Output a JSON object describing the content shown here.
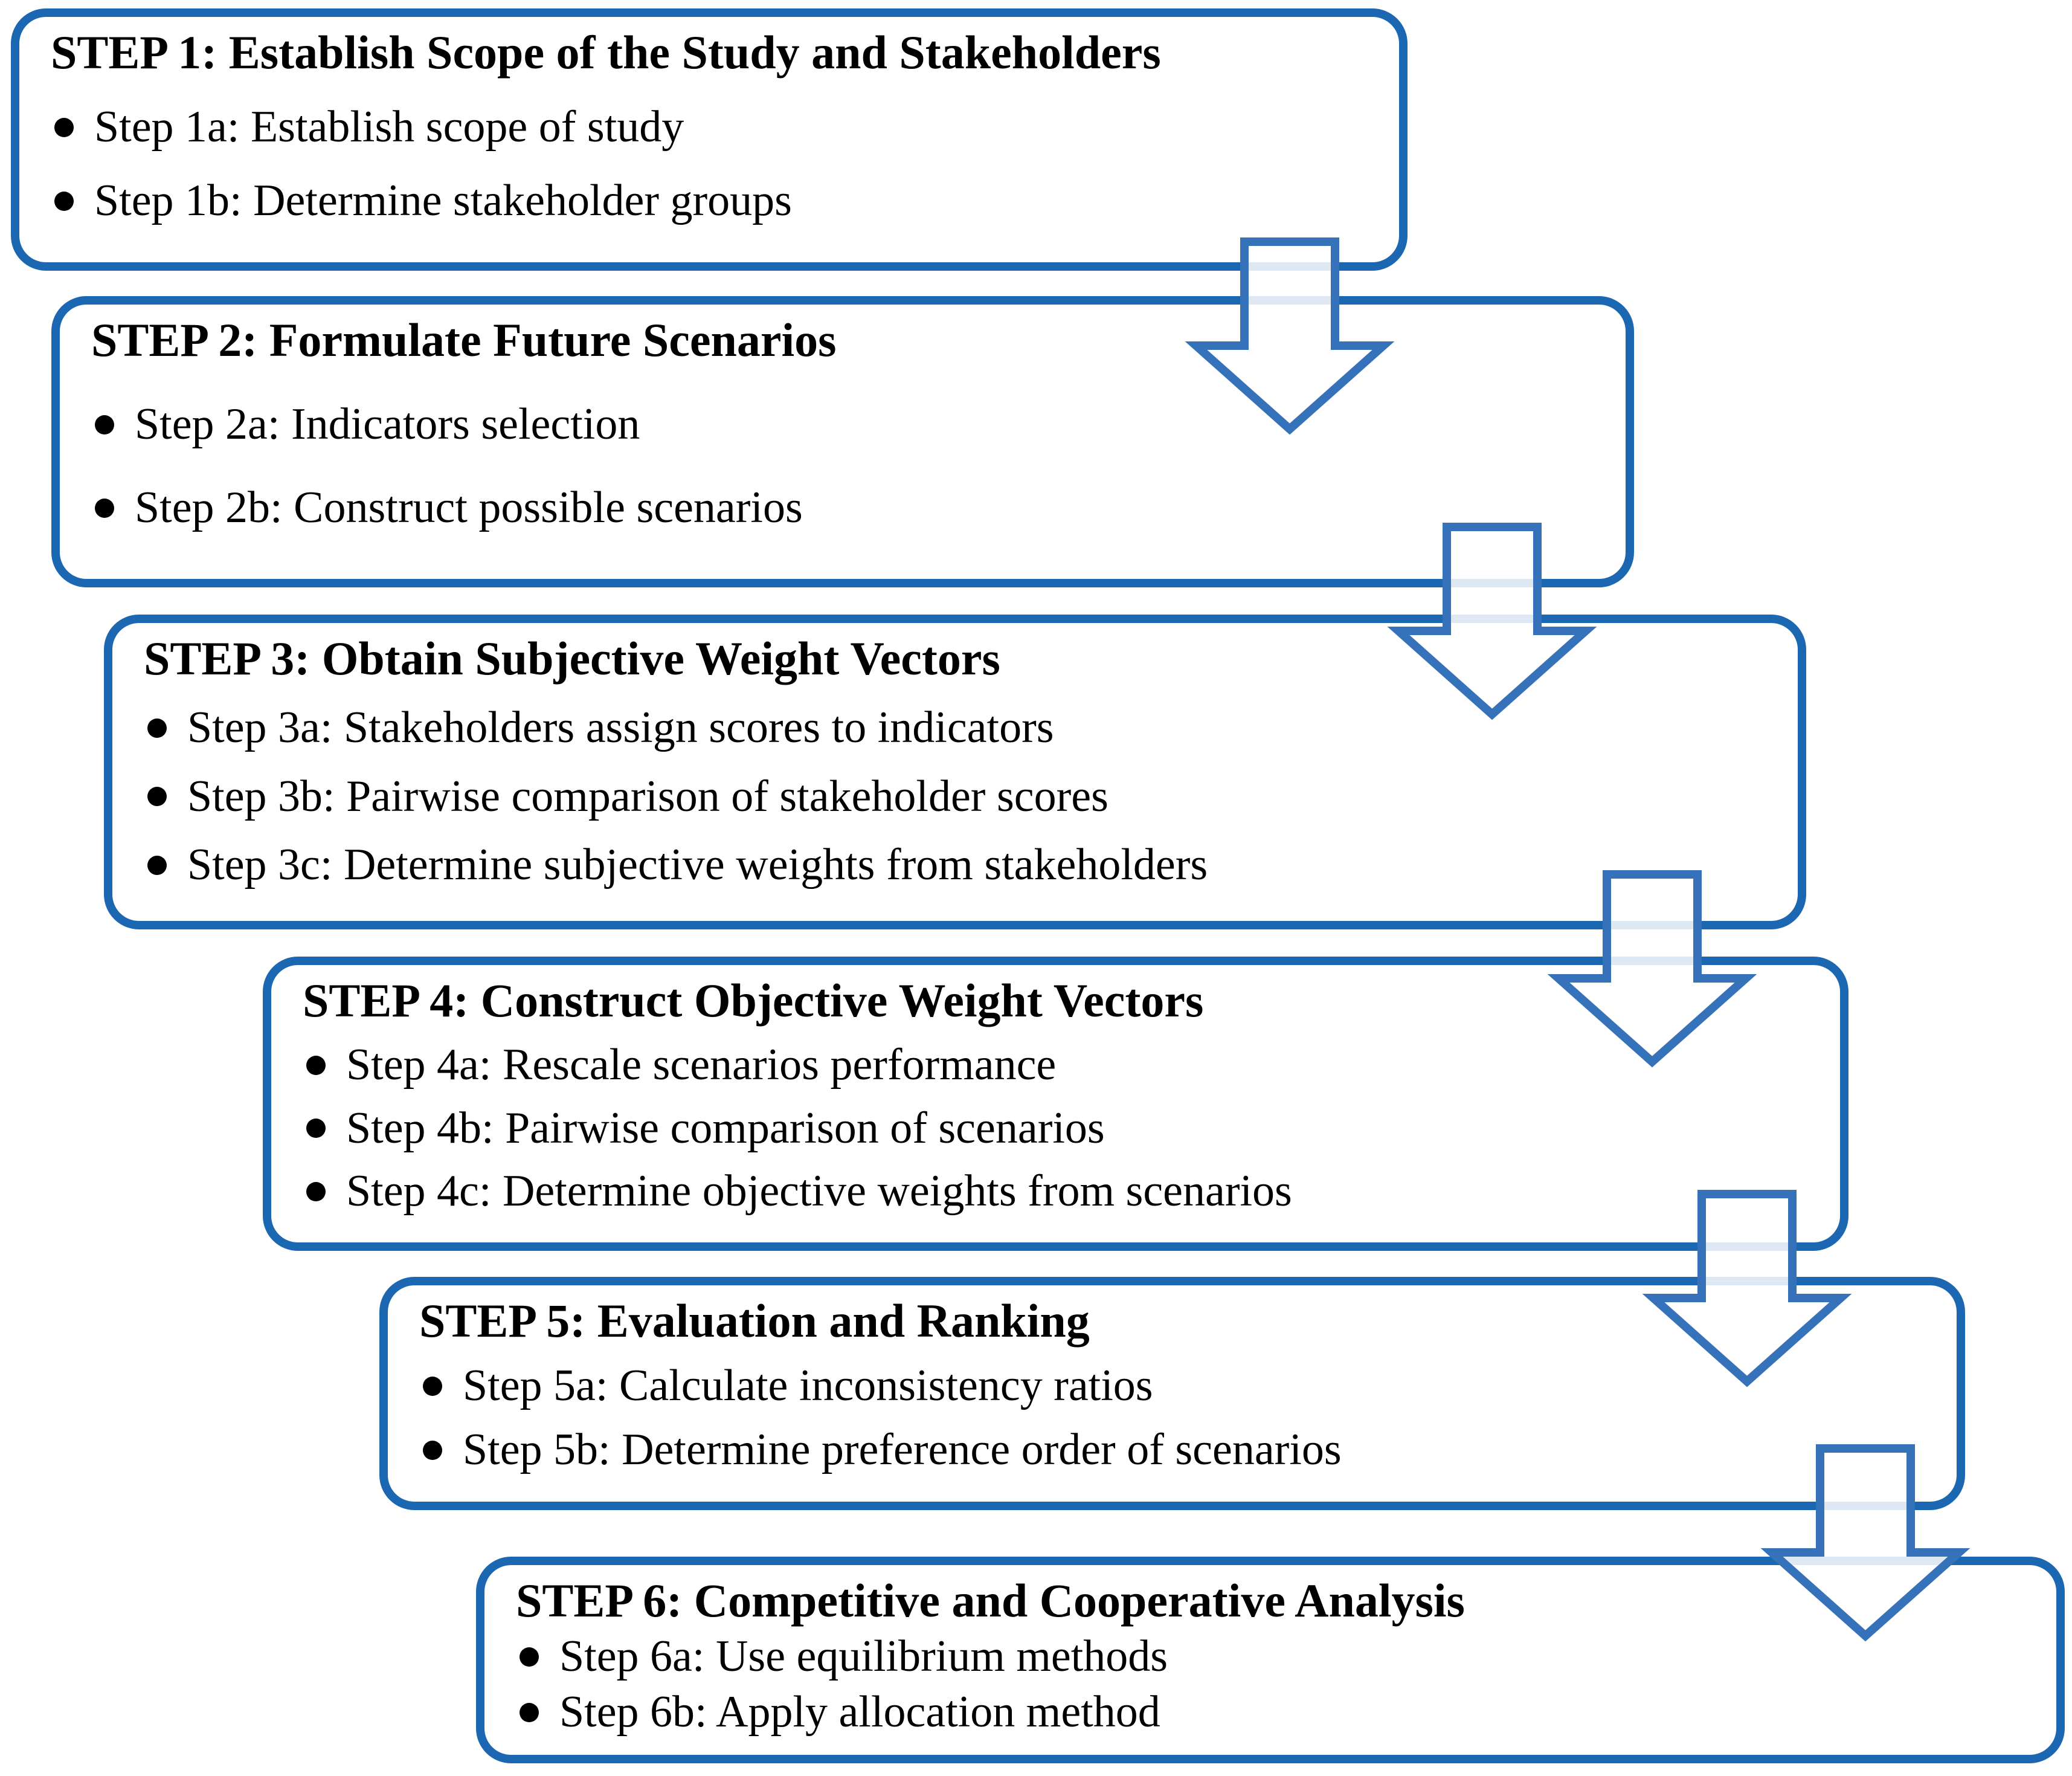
{
  "figure": {
    "background": "#ffffff",
    "box_border_color": "#1b67b2",
    "arrow_color": "#3572b9",
    "text_color": "#000000"
  },
  "steps": [
    {
      "title": "STEP 1: Establish Scope of the Study and Stakeholders",
      "bullets": [
        "Step 1a: Establish scope of study",
        "Step 1b: Determine stakeholder groups"
      ]
    },
    {
      "title": "STEP 2: Formulate Future Scenarios",
      "bullets": [
        "Step 2a: Indicators selection",
        "Step 2b: Construct possible scenarios"
      ]
    },
    {
      "title": "STEP 3: Obtain Subjective Weight Vectors",
      "bullets": [
        "Step 3a: Stakeholders assign scores to indicators",
        "Step 3b: Pairwise comparison of stakeholder scores",
        "Step 3c: Determine subjective weights from stakeholders"
      ]
    },
    {
      "title": "STEP 4: Construct Objective Weight Vectors",
      "bullets": [
        "Step 4a: Rescale scenarios performance",
        "Step 4b: Pairwise comparison of scenarios",
        "Step 4c: Determine objective weights from scenarios"
      ]
    },
    {
      "title": "STEP 5: Evaluation and Ranking",
      "bullets": [
        "Step 5a: Calculate inconsistency ratios",
        "Step 5b: Determine preference order of scenarios"
      ]
    },
    {
      "title": "STEP 6: Competitive and Cooperative Analysis",
      "bullets": [
        "Step 6a: Use equilibrium methods",
        "Step 6b: Apply allocation method"
      ]
    }
  ]
}
